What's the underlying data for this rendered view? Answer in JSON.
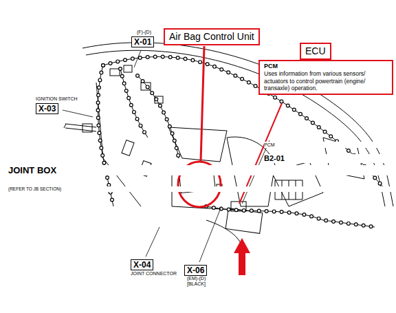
{
  "diagram": {
    "nodes": [
      {
        "text": [
          "Air Bag Control Unit"
        ]
      },
      {
        "text": [
          "ECU"
        ]
      },
      {
        "text": [
          "PCM",
          "Uses information from various sensors/ actuators to control powertrain (engine/ transaxle) operation."
        ]
      },
      {
        "text": [
          "(F)-(D)",
          "X-01"
        ]
      },
      {
        "text": [
          "IGNITION SWITCH",
          "X-03"
        ]
      },
      {
        "text": [
          "X-04",
          "JOINT CONNECTOR"
        ]
      },
      {
        "text": [
          "X-06",
          "(EM)-(D)",
          "[BLACK]"
        ]
      }
    ],
    "labels": [
      "JOINT BOX",
      "(REFER TO JB SECTION)",
      "PCM",
      "B2-01"
    ]
  }
}
